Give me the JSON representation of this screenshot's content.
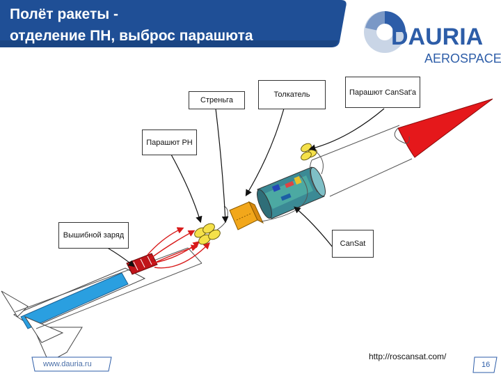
{
  "header": {
    "title_line1": "Полёт ракеты -",
    "title_line2": "отделение ПН, выброс парашюта"
  },
  "logo": {
    "main": "DAURIA",
    "sub": "AEROSPACE"
  },
  "labels": {
    "strop": "Стреньга",
    "pusher": "Толкатель",
    "cansat_parachute": "Парашют CanSat'a",
    "rocket_parachute": "Парашют РН",
    "ejection_charge": "Вышибной заряд",
    "cansat": "CanSat"
  },
  "footer": {
    "website": "www.dauria.ru",
    "url": "http://roscansat.com/",
    "page_number": "16"
  },
  "colors": {
    "header_bg": "#1f4f96",
    "brand_blue": "#2d5da8",
    "nose_red": "#e5181b",
    "motor_blue": "#2a9fe0",
    "charge_red": "#c0141a",
    "pusher_orange": "#f2a71b",
    "parachute_yellow": "#f5e14a"
  }
}
